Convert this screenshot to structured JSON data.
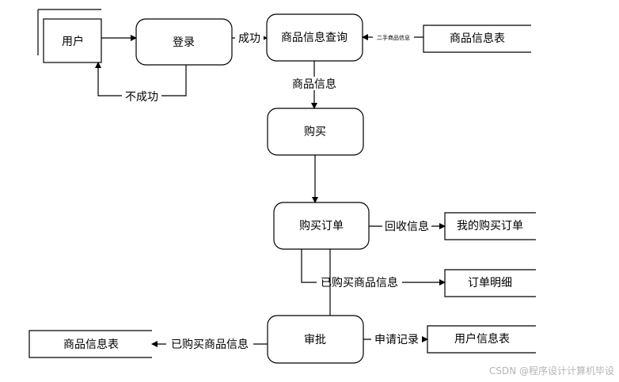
{
  "nodes": {
    "user": "用户",
    "login": "登录",
    "query": "商品信息查询",
    "product_table_top": "商品信息表",
    "buy": "购买",
    "order": "购买订单",
    "my_orders": "我的购买订单",
    "order_detail": "订单明细",
    "approve": "审批",
    "product_table_bottom": "商品信息表",
    "user_table": "用户信息表"
  },
  "edges": {
    "success": "成功",
    "fail": "不成功",
    "second_hand_info": "二手商品信息",
    "product_info": "商品信息",
    "recycle_info": "回收信息",
    "purchased_info_detail": "已购买商品信息",
    "purchased_info_left": "已购买商品信息",
    "apply_record": "申请记录"
  },
  "watermark": "CSDN @程序设计计算机毕设"
}
